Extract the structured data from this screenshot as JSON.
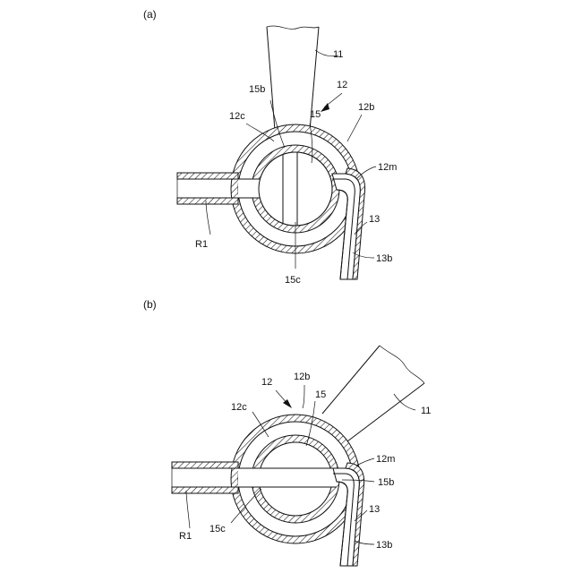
{
  "panel_a": {
    "label": "(a)",
    "callouts": {
      "c11": "11",
      "c12": "12",
      "c15b": "15b",
      "c12c": "12c",
      "c15": "15",
      "c12b": "12b",
      "c12m": "12m",
      "c13": "13",
      "cR1": "R1",
      "c13b": "13b",
      "c15c": "15c"
    }
  },
  "panel_b": {
    "label": "(b)",
    "callouts": {
      "c12": "12",
      "c12b": "12b",
      "c15": "15",
      "c11": "11",
      "c12c": "12c",
      "c12m": "12m",
      "c15b": "15b",
      "c13": "13",
      "cR1": "R1",
      "c15c": "15c",
      "c13b": "13b"
    }
  }
}
